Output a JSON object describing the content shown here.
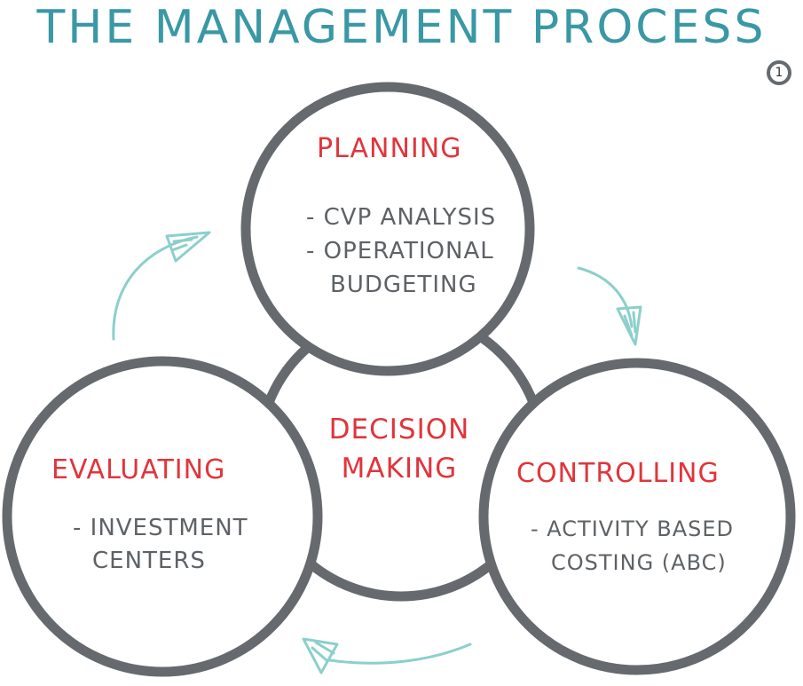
{
  "title": "THE MANAGEMENT PROCESS",
  "page_number": "1",
  "colors": {
    "title": "#3a98a5",
    "heading": "#e0353b",
    "body_text": "#5e6266",
    "circle": "#666a6e",
    "arrow": "#8ccfcc"
  },
  "center": {
    "line1": "DECISION",
    "line2": "MAKING"
  },
  "planning": {
    "heading": "PLANNING",
    "items": [
      "- CVP ANALYSIS",
      "- OPERATIONAL",
      "BUDGETING"
    ]
  },
  "evaluating": {
    "heading": "EVALUATING",
    "items": [
      "- INVESTMENT",
      "CENTERS"
    ]
  },
  "controlling": {
    "heading": "CONTROLLING",
    "items": [
      "- ACTIVITY BASED",
      "COSTING (ABC)"
    ]
  }
}
